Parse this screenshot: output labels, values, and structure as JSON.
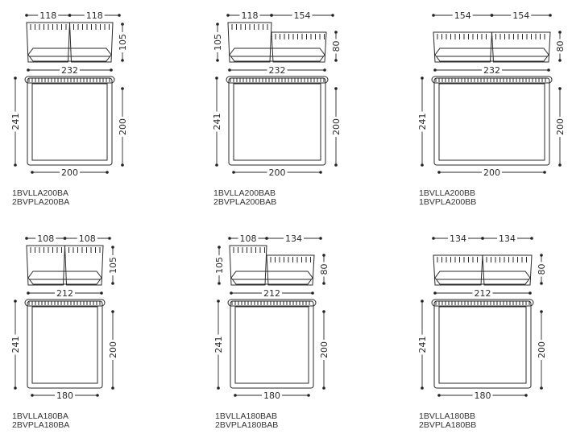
{
  "panels": [
    {
      "type": "A",
      "top_dims": [
        "118",
        "118"
      ],
      "side_dim_left": "",
      "side_dim_right": "105",
      "total_width": "232",
      "length": "241",
      "mattress_length": "200",
      "mattress_width": "200",
      "codes": [
        "1BVLLA200BA",
        "2BVPLA200BA"
      ]
    },
    {
      "type": "AB",
      "top_dims": [
        "118",
        "154"
      ],
      "side_dim_left": "105",
      "side_dim_right": "80",
      "total_width": "232",
      "length": "241",
      "mattress_length": "200",
      "mattress_width": "200",
      "codes": [
        "1BVLLA200BAB",
        "2BVPLA200BAB"
      ]
    },
    {
      "type": "BB",
      "top_dims": [
        "154",
        "154"
      ],
      "side_dim_left": "",
      "side_dim_right": "80",
      "total_width": "232",
      "length": "241",
      "mattress_length": "200",
      "mattress_width": "200",
      "codes": [
        "1BVLLA200BB",
        "1BVPLA200BB"
      ]
    },
    {
      "type": "A",
      "top_dims": [
        "108",
        "108"
      ],
      "side_dim_left": "",
      "side_dim_right": "105",
      "total_width": "212",
      "length": "241",
      "mattress_length": "200",
      "mattress_width": "180",
      "codes": [
        "1BVLLA180BA",
        "2BVPLA180BA"
      ]
    },
    {
      "type": "AB",
      "top_dims": [
        "108",
        "134"
      ],
      "side_dim_left": "105",
      "side_dim_right": "80",
      "total_width": "212",
      "length": "241",
      "mattress_length": "200",
      "mattress_width": "180",
      "codes": [
        "1BVLLA180BAB",
        "2BVPLA180BAB"
      ]
    },
    {
      "type": "BB",
      "top_dims": [
        "134",
        "134"
      ],
      "side_dim_left": "",
      "side_dim_right": "80",
      "total_width": "212",
      "length": "241",
      "mattress_length": "200",
      "mattress_width": "180",
      "codes": [
        "1BVLLA180BB",
        "2BVPLA180BB"
      ]
    }
  ]
}
